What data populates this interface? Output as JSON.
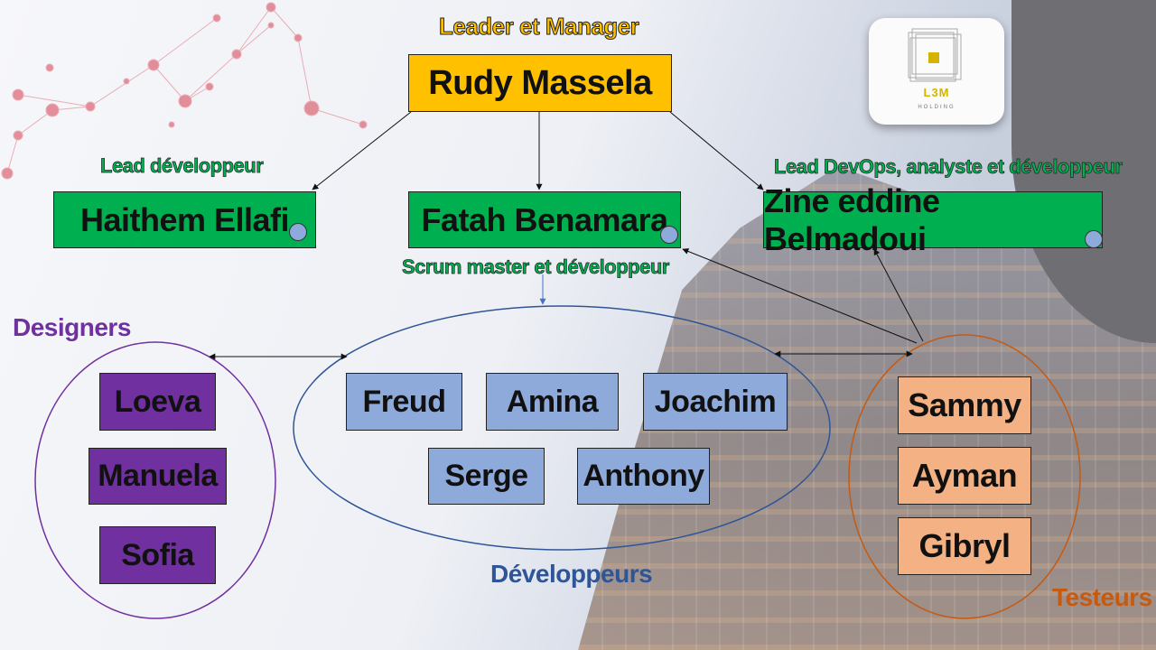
{
  "top_label": "Leader et Manager",
  "manager": "Rudy Massela",
  "leads": [
    {
      "name": "Haithem Ellafi",
      "role": "Lead développeur"
    },
    {
      "name": "Fatah Benamara",
      "role": "Scrum master et développeur"
    },
    {
      "name": "Zine eddine Belmadoui",
      "role": "Lead DevOps, analyste et développeur"
    }
  ],
  "groups": {
    "designers": {
      "label": "Designers",
      "members": [
        "Loeva",
        "Manuela",
        "Sofia"
      ],
      "color": "#7030a0"
    },
    "developpeurs": {
      "label": "Développeurs",
      "members": [
        "Freud",
        "Amina",
        "Joachim",
        "Serge",
        "Anthony"
      ],
      "color": "#2f5597"
    },
    "testeurs": {
      "label": "Testeurs",
      "members": [
        "Sammy",
        "Ayman",
        "Gibryl"
      ],
      "color": "#c55a11"
    }
  },
  "logo": {
    "text": "L3M",
    "subtext": "HOLDING"
  },
  "colors": {
    "lead": "#00b050",
    "manager": "#ffc000",
    "developer": "#8eaadb",
    "designer": "#7030a0",
    "tester": "#f4b183"
  }
}
